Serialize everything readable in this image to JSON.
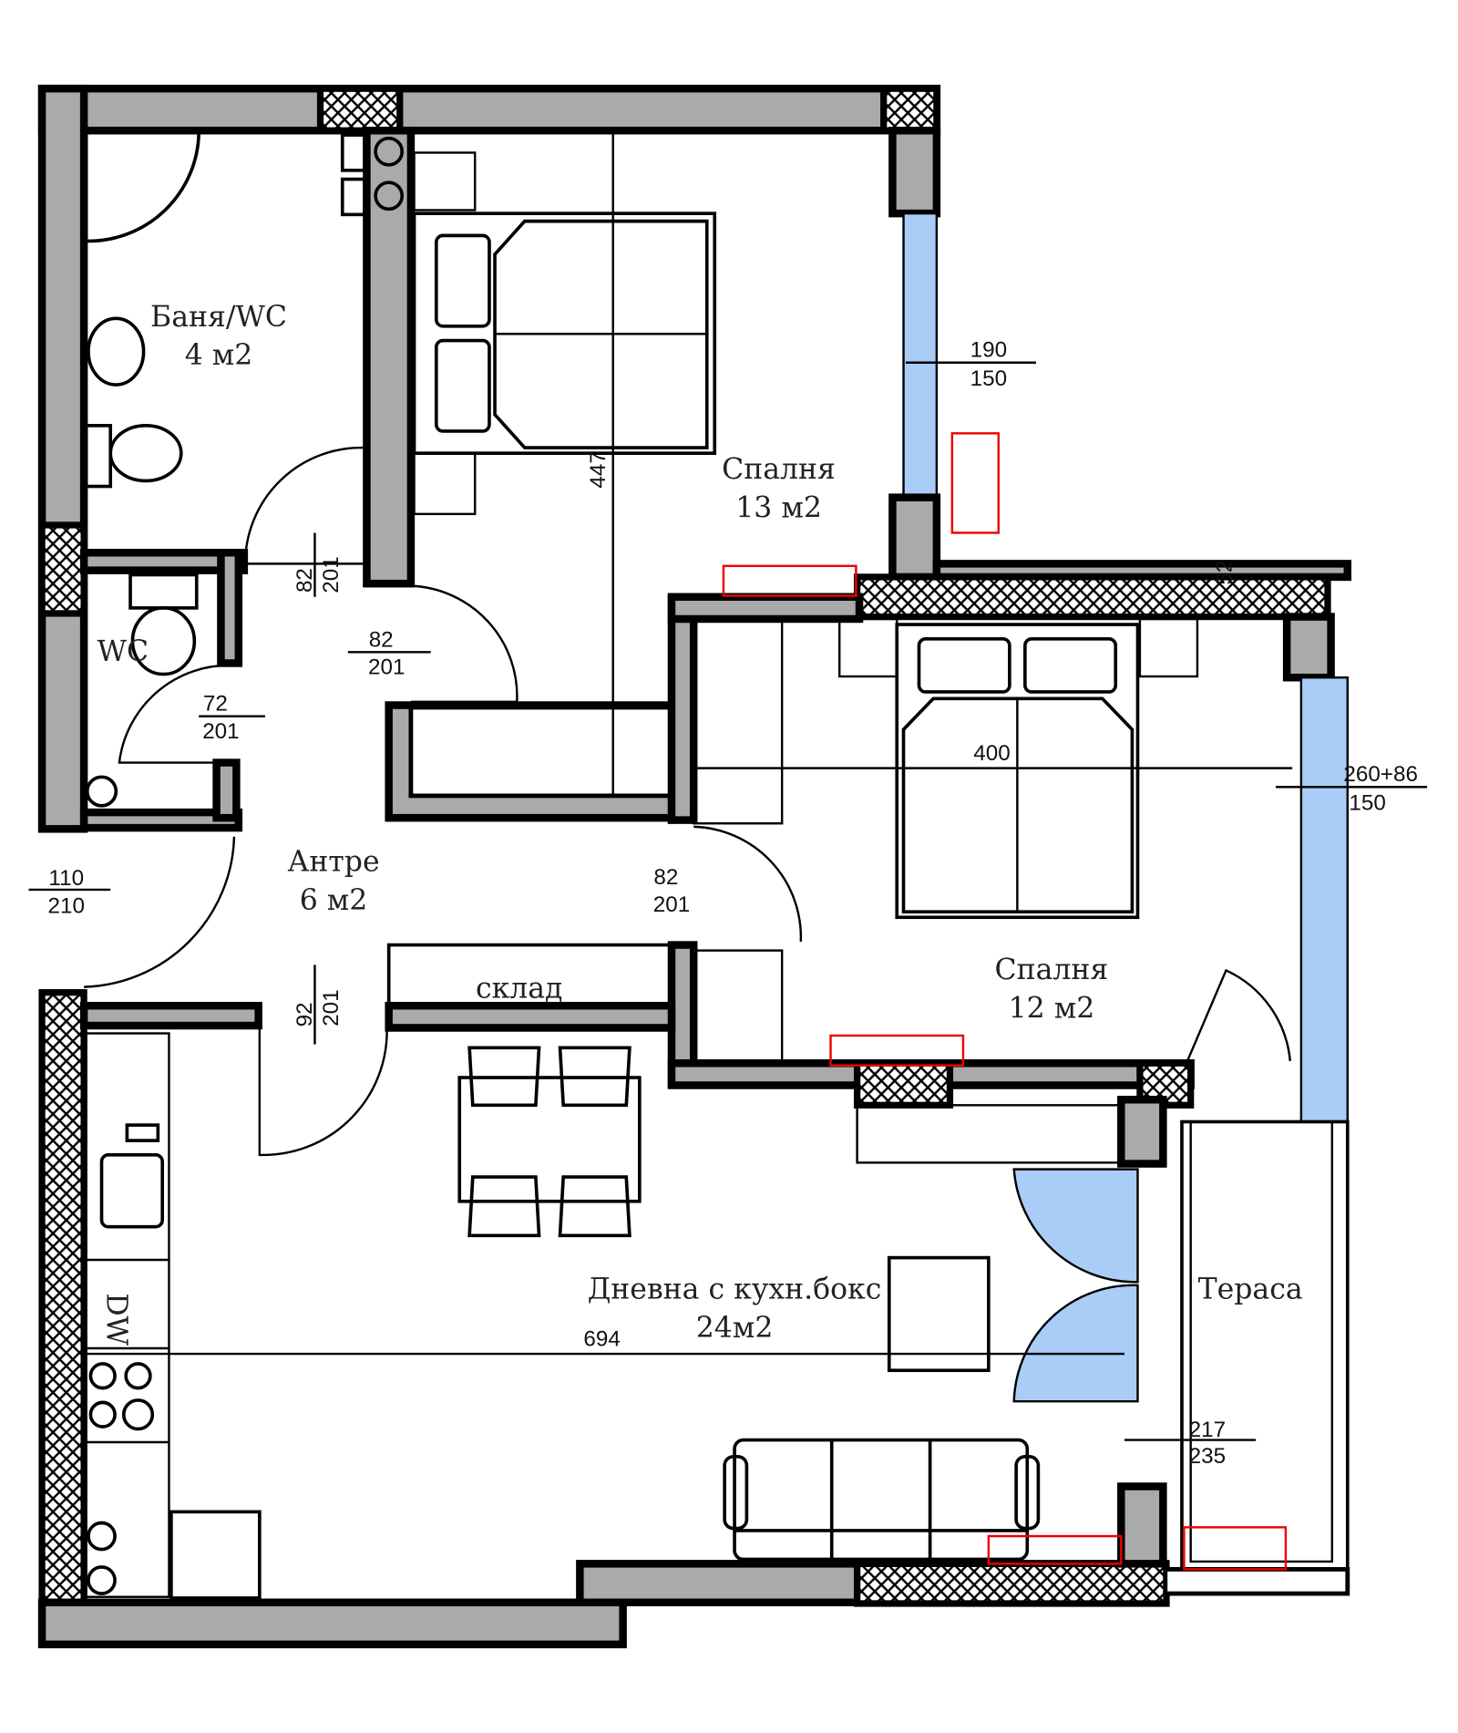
{
  "rooms": {
    "bathroom": {
      "name": "Баня/WC",
      "area": "4 м2"
    },
    "wc": {
      "name": "WC"
    },
    "bedroom1": {
      "name": "Спалня",
      "area": "13 м2"
    },
    "bedroom2": {
      "name": "Спалня",
      "area": "12 м2"
    },
    "hall": {
      "name": "Антре",
      "area": "6 м2"
    },
    "storage": {
      "name": "склад"
    },
    "living": {
      "name": "Дневна с кухн.бокс",
      "area": "24м2"
    },
    "terrace": {
      "name": "Тераса"
    }
  },
  "dimensions": {
    "bedroom1_window": {
      "top": "190",
      "bottom": "150"
    },
    "bedroom2_window": {
      "top": "260+86",
      "bottom": "150"
    },
    "entrance_door": {
      "top": "110",
      "bottom": "210"
    },
    "bath_door": {
      "top": "82",
      "bottom": "201"
    },
    "bedroom1_door": {
      "top": "82",
      "bottom": "201"
    },
    "wc_door": {
      "top": "72",
      "bottom": "201"
    },
    "bedroom2_door": {
      "top": "82",
      "bottom": "201"
    },
    "living_door": {
      "top": "92",
      "bottom": "201"
    },
    "terrace_door": {
      "top": "217",
      "bottom": "235"
    },
    "bedroom1_length": "447",
    "bedroom2_length": "400",
    "living_length": "694",
    "wall_note": "52"
  },
  "fixtures": {
    "dishwasher": "DW"
  },
  "colors": {
    "wall": "#aaaaaa",
    "window": "#a9cdf7",
    "radiator": "#e00000"
  }
}
